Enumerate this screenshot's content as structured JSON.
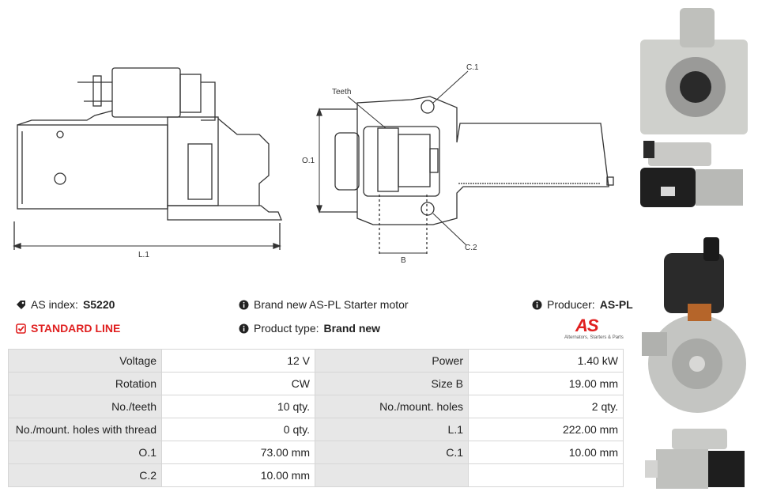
{
  "drawing": {
    "label_l1": "L.1",
    "label_teeth": "Teeth",
    "label_c1": "C.1",
    "label_c2": "C.2",
    "label_o1": "O.1",
    "label_b": "B"
  },
  "info": {
    "as_index_label": "AS index:",
    "as_index_value": "S5220",
    "line": "STANDARD LINE",
    "description": "Brand new AS-PL Starter motor",
    "product_type_label": "Product type:",
    "product_type_value": "Brand new",
    "producer_label": "Producer:",
    "producer_value": "AS-PL"
  },
  "logo": {
    "mark": "AS",
    "tagline": "Alternators, Starters & Parts"
  },
  "specs": [
    [
      "Voltage",
      "12 V",
      "Power",
      "1.40 kW"
    ],
    [
      "Rotation",
      "CW",
      "Size B",
      "19.00 mm"
    ],
    [
      "No./teeth",
      "10 qty.",
      "No./mount. holes",
      "2 qty."
    ],
    [
      "No./mount. holes with thread",
      "0 qty.",
      "L.1",
      "222.00 mm"
    ],
    [
      "O.1",
      "73.00 mm",
      "C.1",
      "10.00 mm"
    ],
    [
      "C.2",
      "10.00 mm",
      "",
      ""
    ]
  ],
  "colors": {
    "accent": "#e02020",
    "label_bg": "#e7e7e7",
    "border": "#d6d6d6"
  }
}
